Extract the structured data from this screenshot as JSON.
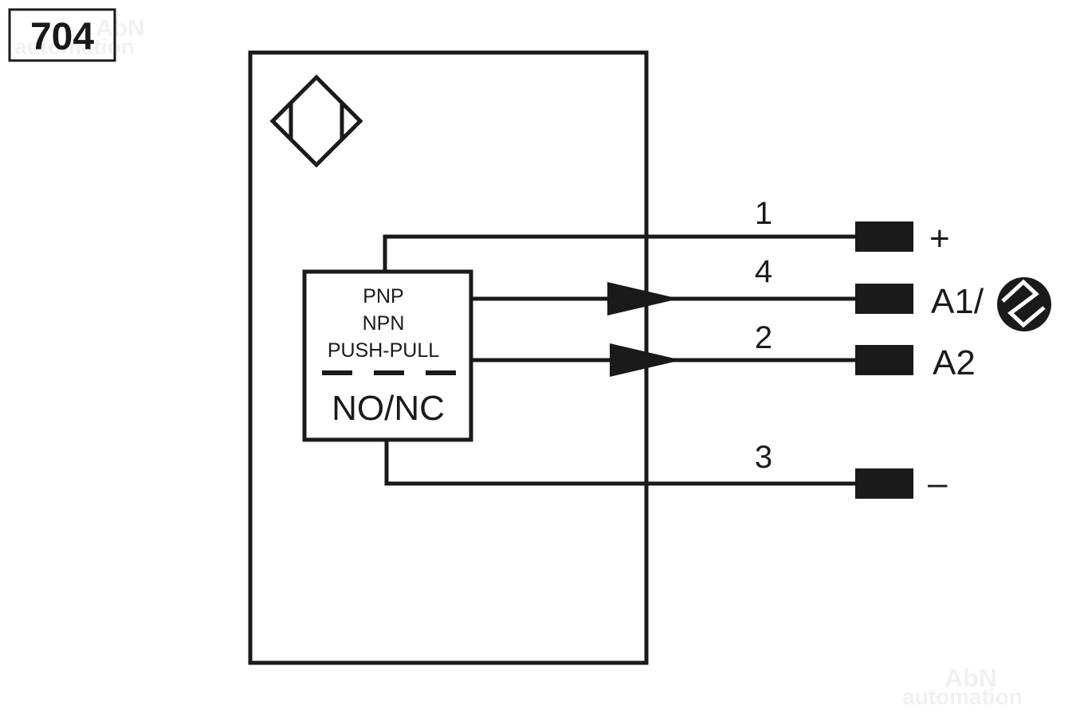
{
  "diagram_id": "704",
  "watermark": {
    "brand": "AbN",
    "sub": "automation"
  },
  "block": {
    "line1": "PNP",
    "line2": "NPN",
    "line3": "PUSH-PULL",
    "mode": "NO/NC"
  },
  "pins": [
    {
      "number": "1",
      "signal": "+"
    },
    {
      "number": "4",
      "signal": "A1/"
    },
    {
      "number": "2",
      "signal": "A2"
    },
    {
      "number": "3",
      "signal": "–"
    }
  ],
  "colors": {
    "ink": "#1a1a1a",
    "background": "#ffffff"
  },
  "icons": {
    "sensor_symbol": "inductive-sensor-diamond-icon",
    "pulse_symbol": "zigzag-pulse-icon"
  }
}
